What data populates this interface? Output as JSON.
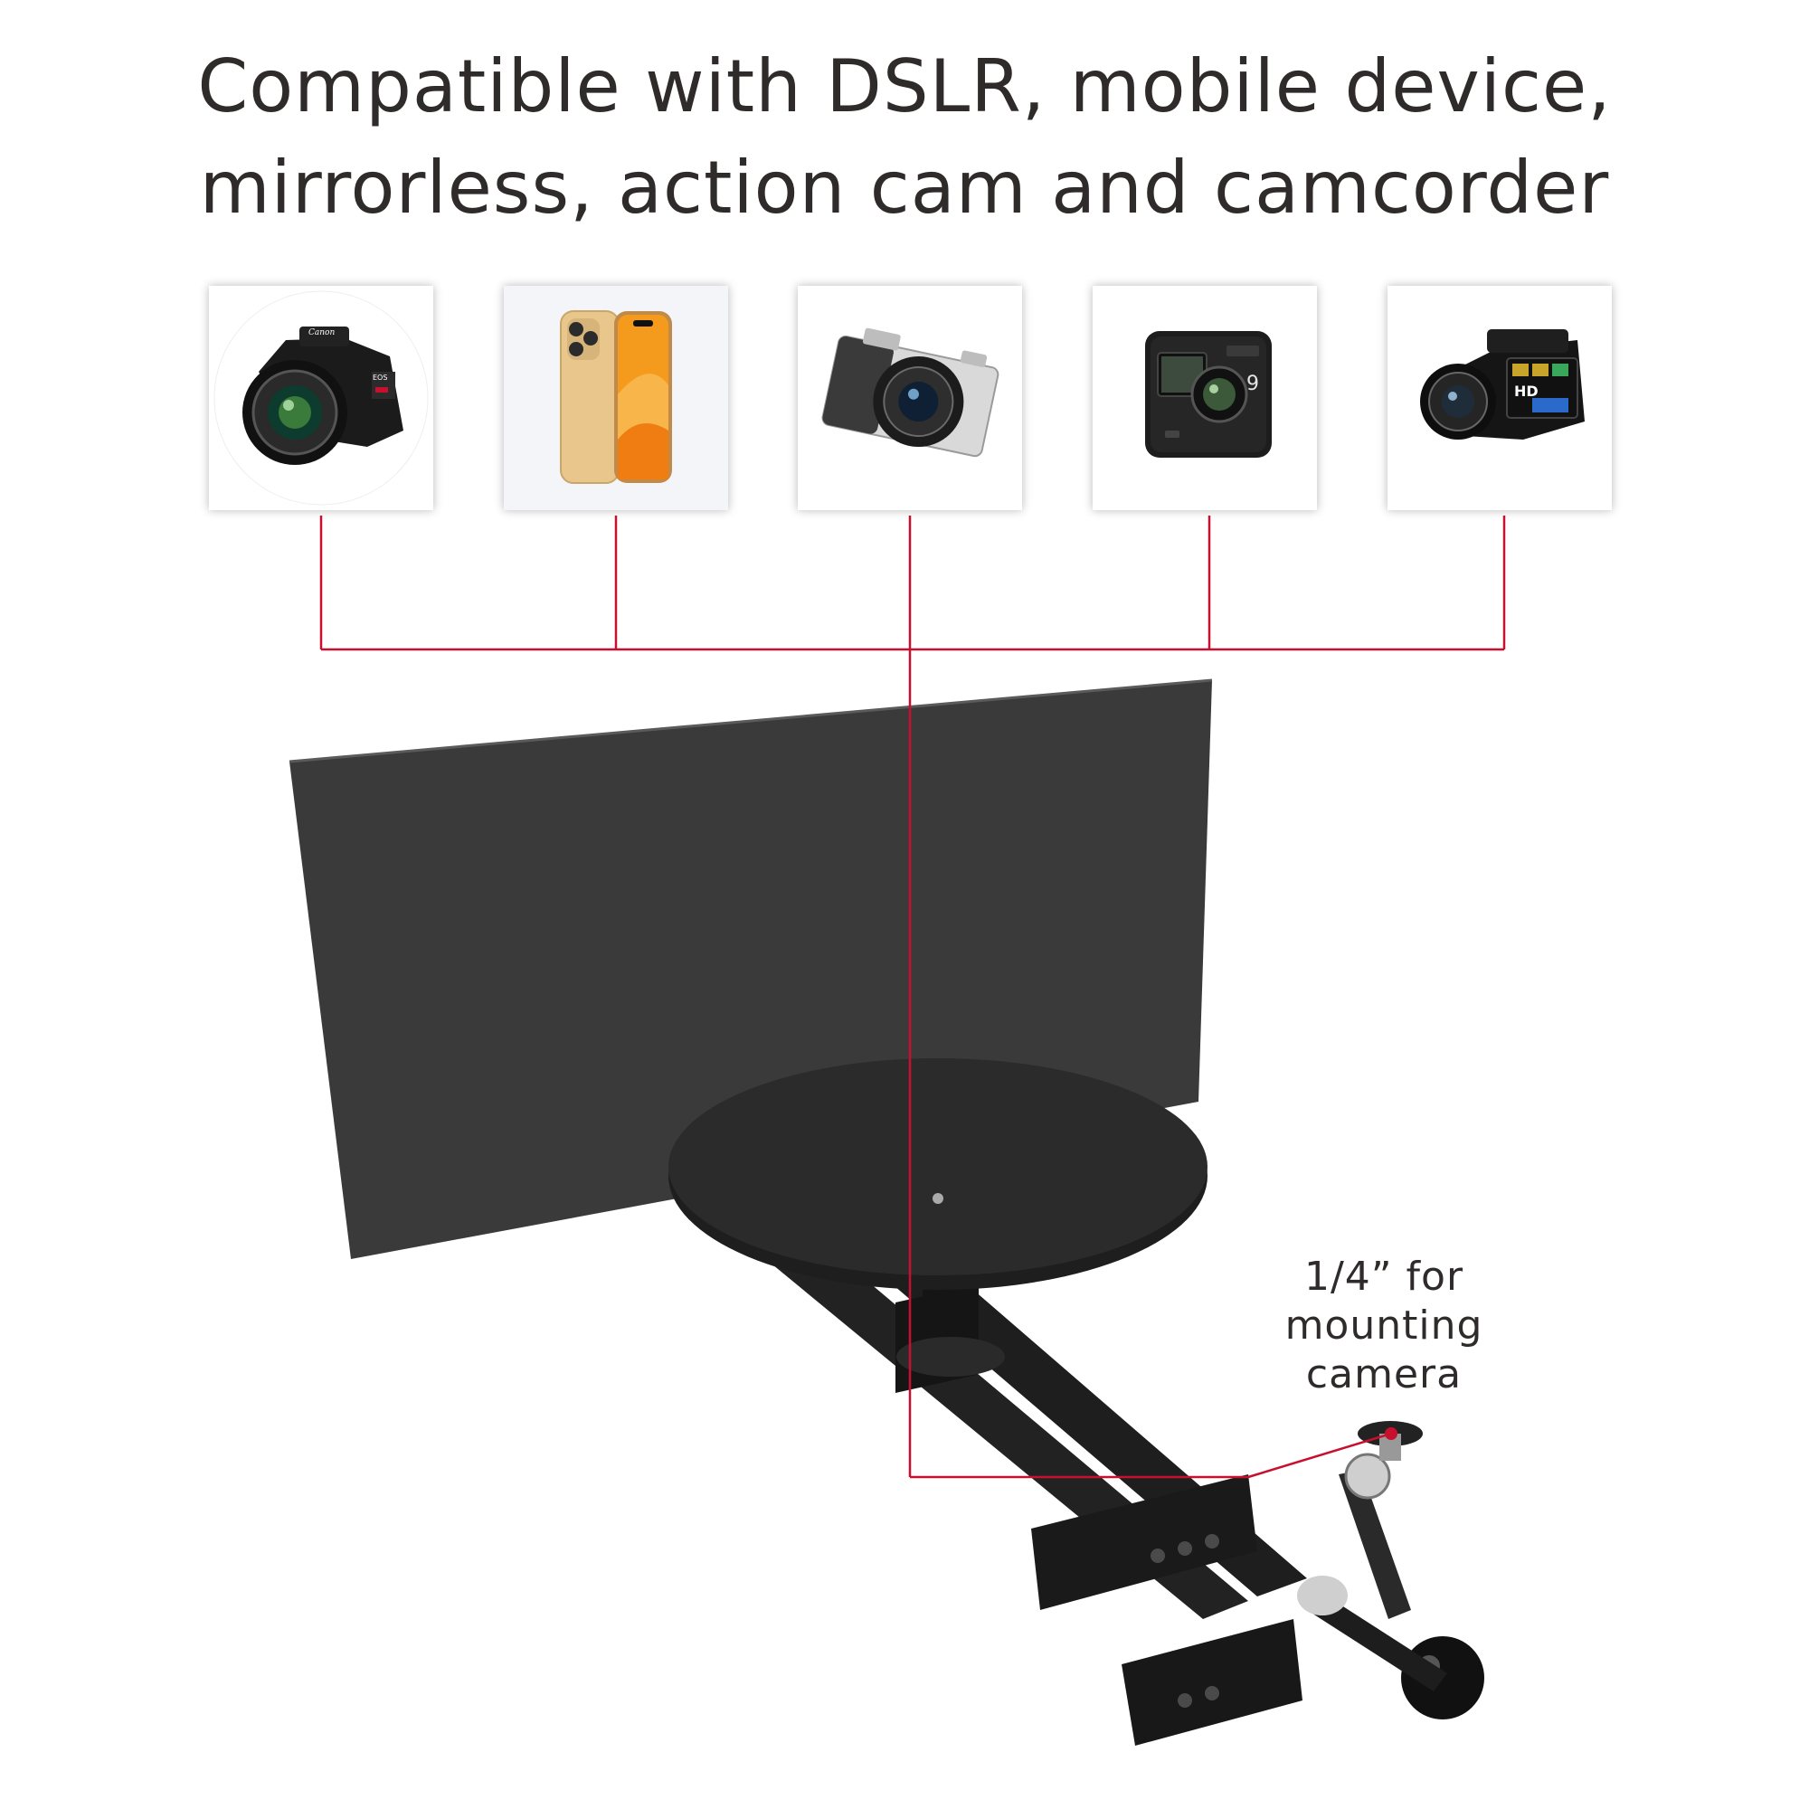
{
  "headline": {
    "line1": "Compatible with DSLR, mobile device,",
    "line2": "mirrorless, action cam and camcorder"
  },
  "devices": [
    {
      "type": "DSLR camera",
      "icon": "dslr-camera-icon",
      "brand_text": "Canon",
      "badge_text": "EOS"
    },
    {
      "type": "mobile device",
      "icon": "smartphone-icon"
    },
    {
      "type": "mirrorless camera",
      "icon": "mirrorless-camera-icon"
    },
    {
      "type": "action cam",
      "icon": "action-cam-icon",
      "badge_text": "9"
    },
    {
      "type": "camcorder",
      "icon": "camcorder-icon",
      "badge_text": "HD"
    }
  ],
  "callout": {
    "line1": "1/4” for",
    "line2": "mounting",
    "line3": "camera"
  },
  "colors": {
    "connector_line": "#c8102e",
    "headline_text": "#2f2b2b",
    "backdrop_board": "#3a3a3a",
    "turntable": "#1e1e1e",
    "phone_gold": "#e9c78c",
    "phone_screen_orange": "#f49b1e",
    "mirrorless_silver": "#d9d9d9"
  }
}
